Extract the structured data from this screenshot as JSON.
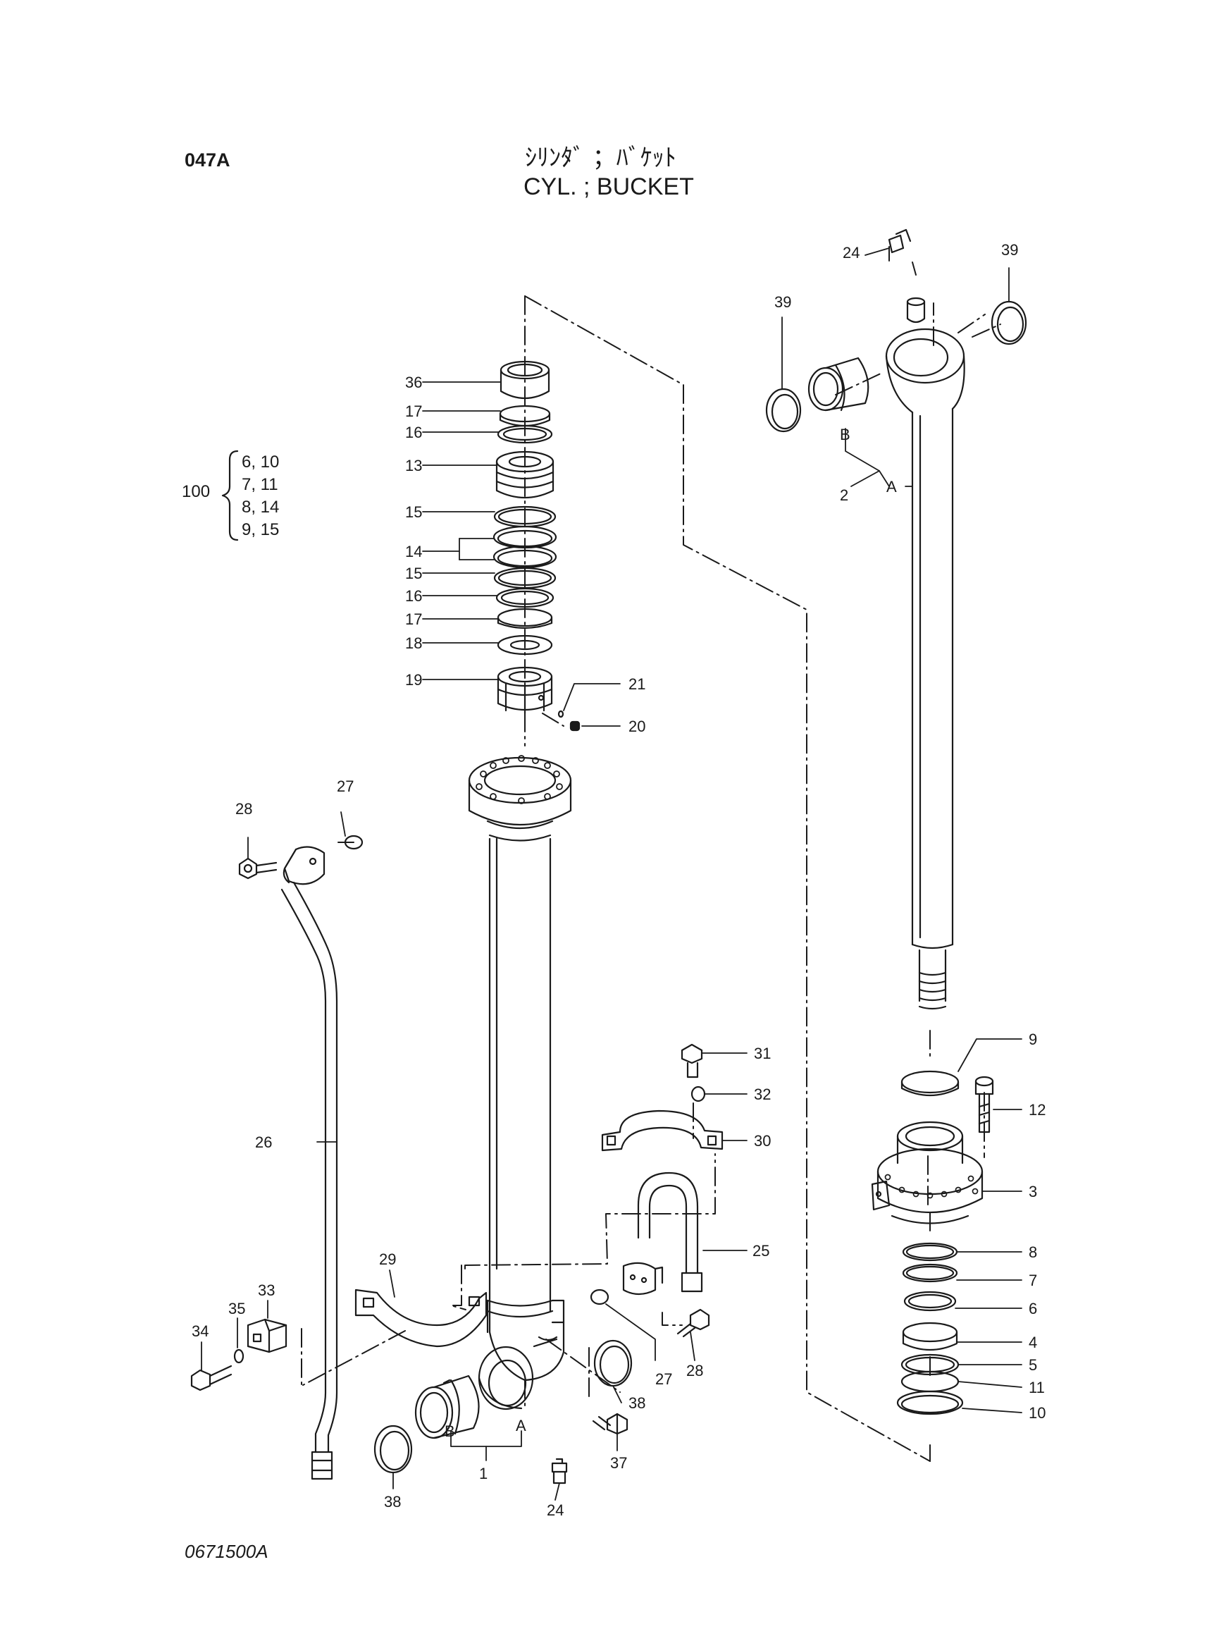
{
  "header": {
    "page_code": "047A",
    "title_jp": "ｼﾘﾝﾀﾞ ；ﾊﾞｹｯﾄ",
    "title_en": "CYL. ; BUCKET"
  },
  "kit": {
    "number": "100",
    "brace": "{",
    "items": [
      "6, 10",
      "7, 11",
      "8, 14",
      "9, 15"
    ]
  },
  "callouts": {
    "p1": "1",
    "p2": "2",
    "p3": "3",
    "p4": "4",
    "p5": "5",
    "p6": "6",
    "p7": "7",
    "p8": "8",
    "p9": "9",
    "p10": "10",
    "p11": "11",
    "p12": "12",
    "p13": "13",
    "p14": "14",
    "p15a": "15",
    "p15b": "15",
    "p16a": "16",
    "p16b": "16",
    "p17a": "17",
    "p17b": "17",
    "p18": "18",
    "p19": "19",
    "p20": "20",
    "p21": "21",
    "p24a": "24",
    "p24b": "24",
    "p25": "25",
    "p26": "26",
    "p27a": "27",
    "p27b": "27",
    "p28a": "28",
    "p28b": "28",
    "p29": "29",
    "p30": "30",
    "p31": "31",
    "p32": "32",
    "p33": "33",
    "p34": "34",
    "p35": "35",
    "p36": "36",
    "p37": "37",
    "p38a": "38",
    "p38b": "38",
    "p39a": "39",
    "p39b": "39",
    "rodA": "A",
    "rodB": "B",
    "tubeA": "A",
    "tubeB": "B"
  },
  "footer": {
    "drawing_number": "0671500A"
  }
}
